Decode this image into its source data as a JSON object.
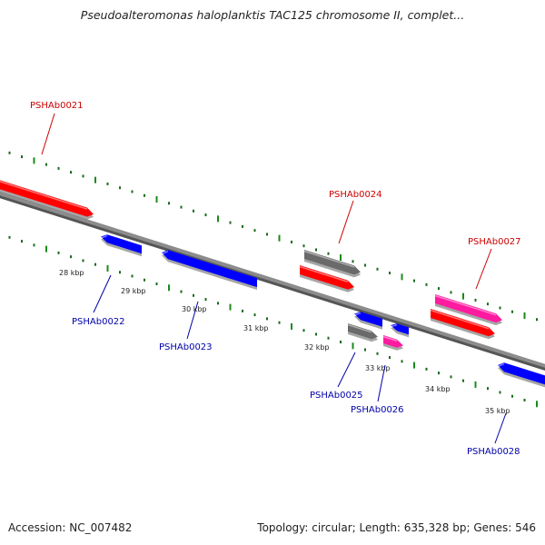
{
  "title": "Pseudoalteromonas haloplanktis TAC125 chromosome II, complet...",
  "footer": {
    "accession": "Accession: NC_007482",
    "summary": "Topology: circular; Length: 635,328 bp; Genes: 546"
  },
  "colors": {
    "forward_label": "#cc0000",
    "reverse_label": "#0000aa",
    "red_gene": "#ff0000",
    "blue_gene": "#0000ff",
    "gray_gene": "#6a6a6a",
    "pink_gene": "#ff1aa0",
    "ruler_major": "#1a8a1a",
    "ruler_minor": "#1a6a1a",
    "backbone": "#7a7a7a"
  },
  "ruler_labels": [
    "28 kbp",
    "29 kbp",
    "30 kbp",
    "31 kbp",
    "32 kbp",
    "33 kbp",
    "34 kbp",
    "35 kbp"
  ],
  "gene_labels": {
    "PSHAb0021": "PSHAb0021",
    "PSHAb0022": "PSHAb0022",
    "PSHAb0023": "PSHAb0023",
    "PSHAb0024": "PSHAb0024",
    "PSHAb0025": "PSHAb0025",
    "PSHAb0026": "PSHAb0026",
    "PSHAb0027": "PSHAb0027",
    "PSHAb0028": "PSHAb0028"
  }
}
